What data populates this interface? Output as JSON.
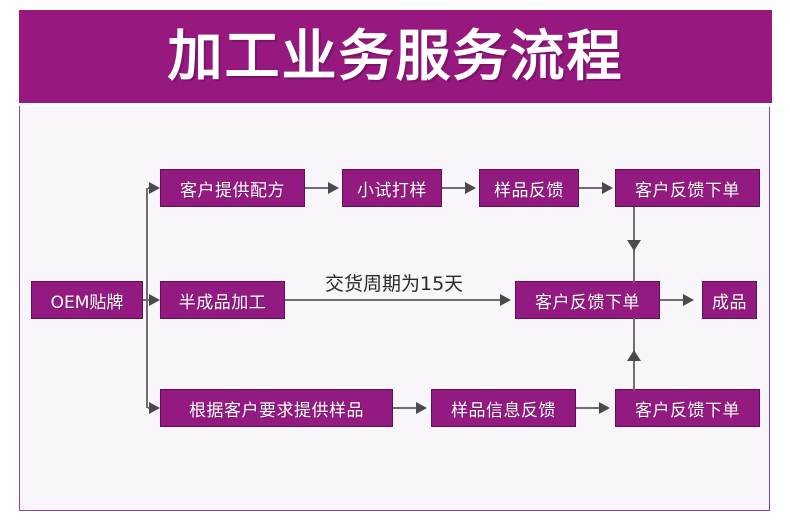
{
  "title": {
    "text": "加工业务服务流程"
  },
  "colors": {
    "banner_purple": "#97197F",
    "node_fill": "#931A80",
    "node_border": "#5E1153",
    "node_text": "#FFFFFF",
    "canvas_bg": "#F8F6FA",
    "frame_border": "#8B3FA0",
    "connector_gray": "#6E6E6E",
    "arrow_gray": "#4A4A4A",
    "label_text": "#2A2A2A"
  },
  "flow": {
    "start_node": {
      "label": "OEM贴牌"
    },
    "branches": [
      {
        "name": "formula-branch",
        "nodes": [
          {
            "label": "客户提供配方"
          },
          {
            "label": "小试打样"
          },
          {
            "label": "样品反馈"
          },
          {
            "label": "客户反馈下单"
          }
        ]
      },
      {
        "name": "semifinished-branch",
        "nodes": [
          {
            "label": "半成品加工"
          },
          {
            "label": "客户反馈下单"
          },
          {
            "label": "成品"
          }
        ],
        "edge_label": "交货周期为15天"
      },
      {
        "name": "sample-branch",
        "nodes": [
          {
            "label": "根据客户要求提供样品"
          },
          {
            "label": "样品信息反馈"
          },
          {
            "label": "客户反馈下单"
          }
        ]
      }
    ]
  }
}
